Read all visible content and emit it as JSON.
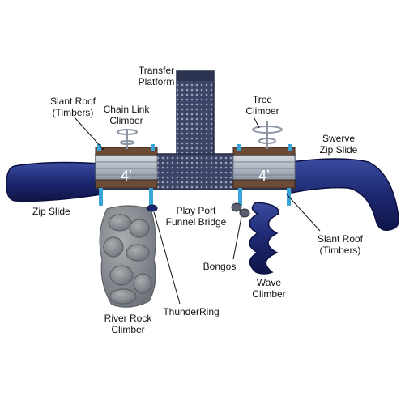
{
  "diagram": {
    "labels": {
      "transfer_platform": [
        "Transfer",
        "Platform"
      ],
      "slant_roof_left": [
        "Slant Roof",
        "(Timbers)"
      ],
      "chain_link_climber": [
        "Chain Link",
        "Climber"
      ],
      "tree_climber": [
        "Tree",
        "Climber"
      ],
      "swerve_zip_slide": [
        "Swerve",
        "Zip Slide"
      ],
      "zip_slide": "Zip Slide",
      "play_port_funnel_bridge": [
        "Play Port",
        "Funnel Bridge"
      ],
      "slant_roof_right": [
        "Slant Roof",
        "(Timbers)"
      ],
      "bongos": "Bongos",
      "wave_climber": [
        "Wave",
        "Climber"
      ],
      "thunderring": "ThunderRing",
      "river_rock_climber": [
        "River Rock",
        "Climber"
      ]
    },
    "deck_height_left": "4’",
    "deck_height_right": "4’",
    "colors": {
      "slide_blue": "#1d2870",
      "deck_steel": "#3c4566",
      "timber_brown": "#6b4a36",
      "rock_gray": "#8a8f95",
      "roof_silver": "#b8bfc9",
      "post_cyan": "#3aa6d8"
    }
  }
}
